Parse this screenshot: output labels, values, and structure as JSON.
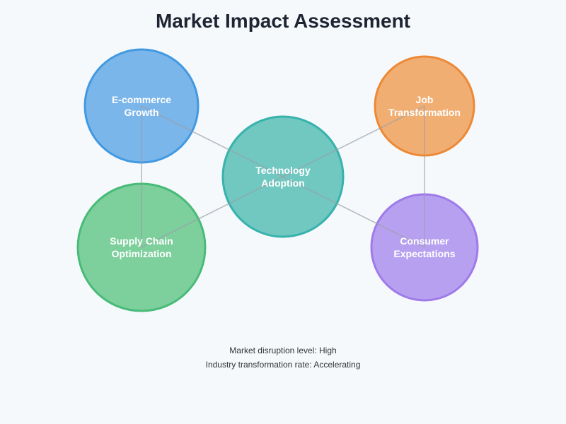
{
  "title": "Market Impact Assessment",
  "nodes": [
    {
      "id": "ecommerce",
      "line1": "E-commerce",
      "line2": "Growth",
      "fill": "#7ab6ea",
      "stroke": "#4299e1"
    },
    {
      "id": "job",
      "line1": "Job",
      "line2": "Transformation",
      "fill": "#f1ae72",
      "stroke": "#ed8936"
    },
    {
      "id": "tech",
      "line1": "Technology",
      "line2": "Adoption",
      "fill": "#70c8c1",
      "stroke": "#38b2ac"
    },
    {
      "id": "supply",
      "line1": "Supply Chain",
      "line2": "Optimization",
      "fill": "#7dcf9c",
      "stroke": "#48bb78"
    },
    {
      "id": "consumer",
      "line1": "Consumer",
      "line2": "Expectations",
      "fill": "#b7a0f0",
      "stroke": "#9f7aea"
    }
  ],
  "footer": {
    "line1": "Market disruption level: High",
    "line2": "Industry transformation rate: Accelerating"
  }
}
